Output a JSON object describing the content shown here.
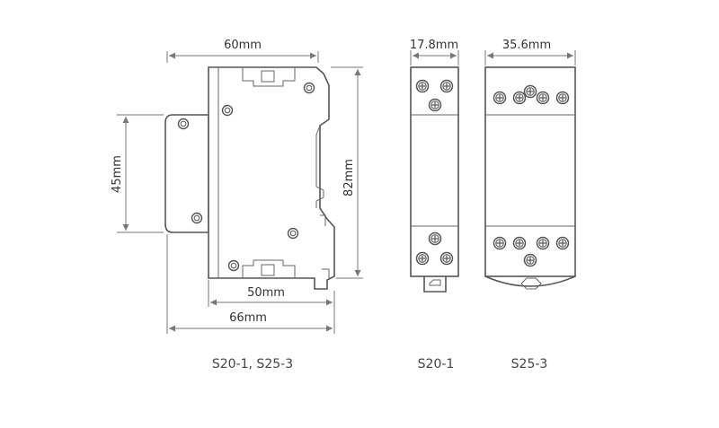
{
  "dimensions": {
    "width_60": "60mm",
    "width_50": "50mm",
    "width_66": "66mm",
    "height_45": "45mm",
    "height_82": "82mm",
    "width_17_8": "17.8mm",
    "width_35_6": "35.6mm"
  },
  "captions": {
    "side_view": "S20-1, S25-3",
    "front_s20": "S20-1",
    "front_s25": "S25-3"
  },
  "colors": {
    "stroke": "#555555",
    "text": "#333333",
    "background": "#ffffff"
  }
}
